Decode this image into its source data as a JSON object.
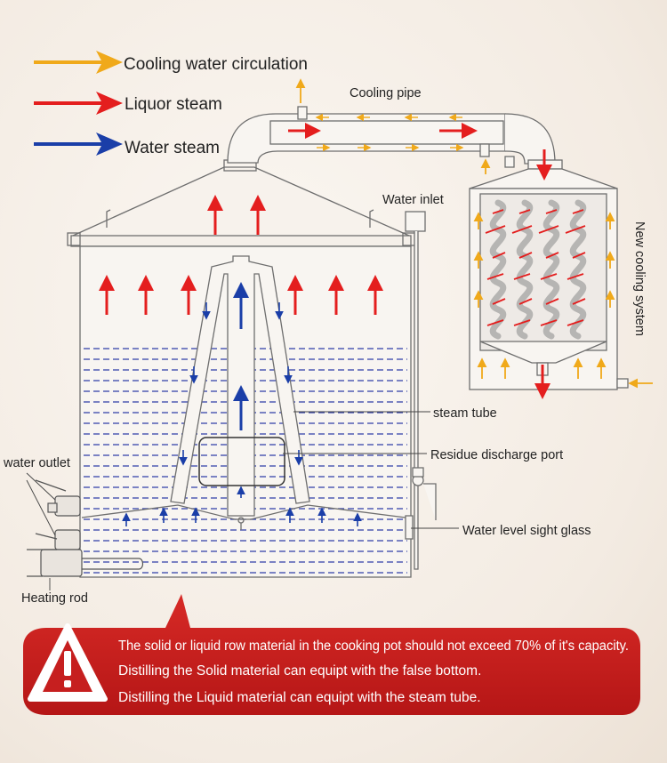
{
  "legend": {
    "cooling_water": "Cooling water circulation",
    "liquor_steam": "Liquor steam",
    "water_steam": "Water steam"
  },
  "labels": {
    "cooling_pipe": "Cooling pipe",
    "water_inlet": "Water inlet",
    "new_cooling_system": "New cooling system",
    "steam_tube": "steam tube",
    "residue_port": "Residue discharge port",
    "sight_glass": "Water level sight glass",
    "water_outlet": "water outlet",
    "heating_rod": "Heating rod"
  },
  "warning": {
    "line1": "The solid or liquid row material in the cooking pot should not exceed 70% of it's capacity.",
    "line2": "Distilling the Solid material can equipt with the false bottom.",
    "line3": "Distilling the  Liquid material can equipt with the steam tube."
  },
  "colors": {
    "cooling_water": "#f0a91a",
    "liquor_steam": "#e41e1e",
    "water_steam": "#1a3ea8",
    "warning_banner": "#c61f1f"
  }
}
